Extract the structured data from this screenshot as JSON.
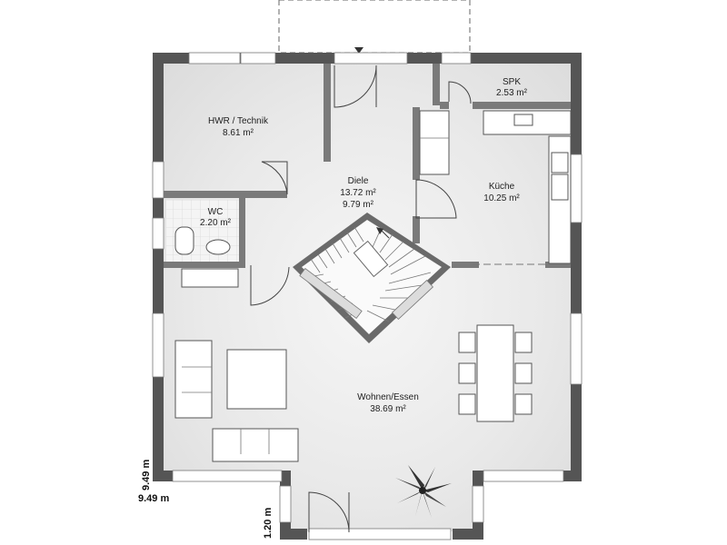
{
  "rooms": {
    "hwr": {
      "name": "HWR  / Technik",
      "area": "8.61 m²"
    },
    "spk": {
      "name": "SPK",
      "area": "2.53 m²"
    },
    "diele": {
      "name": "Diele",
      "area": "13.72 m²",
      "area2": "9.79 m²"
    },
    "kueche": {
      "name": "Küche",
      "area": "10.25 m²"
    },
    "wc": {
      "name": "WC",
      "area": "2.20 m²"
    },
    "wohnen": {
      "name": "Wohnen/Essen",
      "area": "38.69 m²"
    }
  },
  "dimensions": {
    "vertical_side": "9.49 m",
    "horizontal_bottom": "9.49 m",
    "bay_depth": "1.20 m"
  },
  "colors": {
    "wall": "#555555",
    "floor": "#eeeeee",
    "background": "#ffffff"
  }
}
